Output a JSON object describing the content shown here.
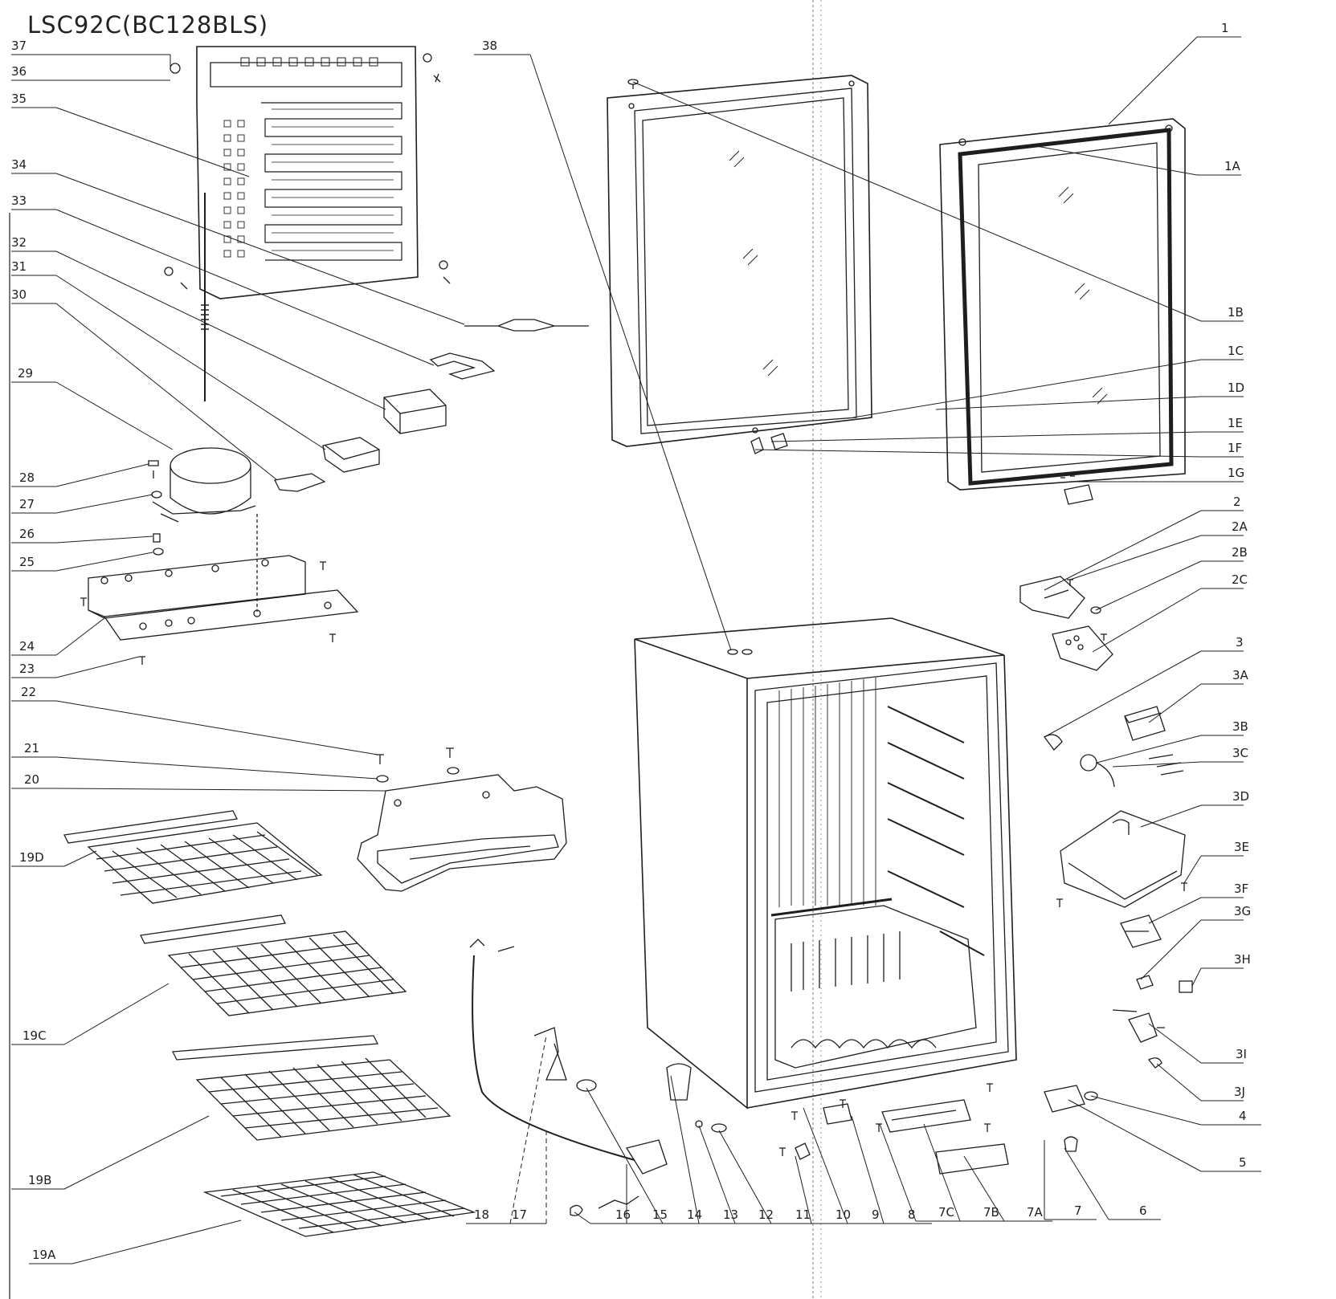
{
  "title": "LSC92C(BC128BLS)",
  "callouts": [
    {
      "key": "c37",
      "text": "37"
    },
    {
      "key": "c36",
      "text": "36"
    },
    {
      "key": "c35",
      "text": "35"
    },
    {
      "key": "c34",
      "text": "34"
    },
    {
      "key": "c33",
      "text": "33"
    },
    {
      "key": "c32",
      "text": "32"
    },
    {
      "key": "c31",
      "text": "31"
    },
    {
      "key": "c30",
      "text": "30"
    },
    {
      "key": "c29",
      "text": "29"
    },
    {
      "key": "c28",
      "text": "28"
    },
    {
      "key": "c27",
      "text": "27"
    },
    {
      "key": "c26",
      "text": "26"
    },
    {
      "key": "c25",
      "text": "25"
    },
    {
      "key": "c24",
      "text": "24"
    },
    {
      "key": "c23",
      "text": "23"
    },
    {
      "key": "c22",
      "text": "22"
    },
    {
      "key": "c21",
      "text": "21"
    },
    {
      "key": "c20",
      "text": "20"
    },
    {
      "key": "c19D",
      "text": "19D"
    },
    {
      "key": "c19C",
      "text": "19C"
    },
    {
      "key": "c19B",
      "text": "19B"
    },
    {
      "key": "c19A",
      "text": "19A"
    },
    {
      "key": "c38",
      "text": "38"
    },
    {
      "key": "c1",
      "text": "1"
    },
    {
      "key": "c1A",
      "text": "1A"
    },
    {
      "key": "c1B",
      "text": "1B"
    },
    {
      "key": "c1C",
      "text": "1C"
    },
    {
      "key": "c1D",
      "text": "1D"
    },
    {
      "key": "c1E",
      "text": "1E"
    },
    {
      "key": "c1F",
      "text": "1F"
    },
    {
      "key": "c1G",
      "text": "1G"
    },
    {
      "key": "c2",
      "text": "2"
    },
    {
      "key": "c2A",
      "text": "2A"
    },
    {
      "key": "c2B",
      "text": "2B"
    },
    {
      "key": "c2C",
      "text": "2C"
    },
    {
      "key": "c3",
      "text": "3"
    },
    {
      "key": "c3A",
      "text": "3A"
    },
    {
      "key": "c3B",
      "text": "3B"
    },
    {
      "key": "c3C",
      "text": "3C"
    },
    {
      "key": "c3D",
      "text": "3D"
    },
    {
      "key": "c3E",
      "text": "3E"
    },
    {
      "key": "c3F",
      "text": "3F"
    },
    {
      "key": "c3G",
      "text": "3G"
    },
    {
      "key": "c3H",
      "text": "3H"
    },
    {
      "key": "c3I",
      "text": "3I"
    },
    {
      "key": "c3J",
      "text": "3J"
    },
    {
      "key": "c4",
      "text": "4"
    },
    {
      "key": "c5",
      "text": "5"
    },
    {
      "key": "c6",
      "text": "6"
    },
    {
      "key": "c7",
      "text": "7"
    },
    {
      "key": "c7A",
      "text": "7A"
    },
    {
      "key": "c7B",
      "text": "7B"
    },
    {
      "key": "c7C",
      "text": "7C"
    },
    {
      "key": "c8",
      "text": "8"
    },
    {
      "key": "c9",
      "text": "9"
    },
    {
      "key": "c10",
      "text": "10"
    },
    {
      "key": "c11",
      "text": "11"
    },
    {
      "key": "c12",
      "text": "12"
    },
    {
      "key": "c13",
      "text": "13"
    },
    {
      "key": "c14",
      "text": "14"
    },
    {
      "key": "c15",
      "text": "15"
    },
    {
      "key": "c16",
      "text": "16"
    },
    {
      "key": "c17",
      "text": "17"
    },
    {
      "key": "c18",
      "text": "18"
    }
  ],
  "colors": {
    "ink": "#1e1e1e",
    "paper": "#ffffff"
  }
}
